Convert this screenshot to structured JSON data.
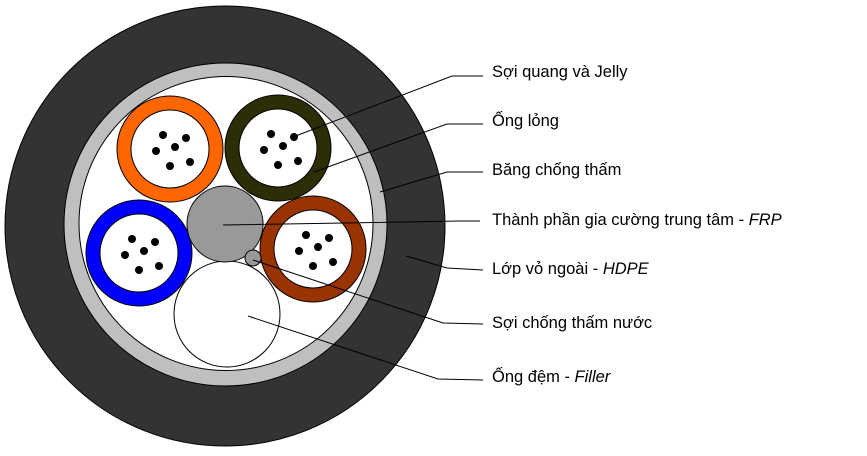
{
  "labels": {
    "fiber_jelly": "Sợi quang và Jelly",
    "loose_tube": "Ống lỏng",
    "water_tape": "Băng chống thấm",
    "central_member": "Thành phần gia cường trung tâm - ",
    "central_member_em": "FRP",
    "outer_sheath": "Lớp vỏ ngoài - ",
    "outer_sheath_em": "HDPE",
    "water_yarn": "Sợi chống thấm nước",
    "filler": "Ống đệm - ",
    "filler_em": "Filler"
  },
  "colors": {
    "sheath": "#333333",
    "tape": "#bfbfbf",
    "tube_orange": "#ff6600",
    "tube_olive": "#2e2e06",
    "tube_blue": "#0000ff",
    "tube_brown": "#993300",
    "frp": "#999999"
  }
}
